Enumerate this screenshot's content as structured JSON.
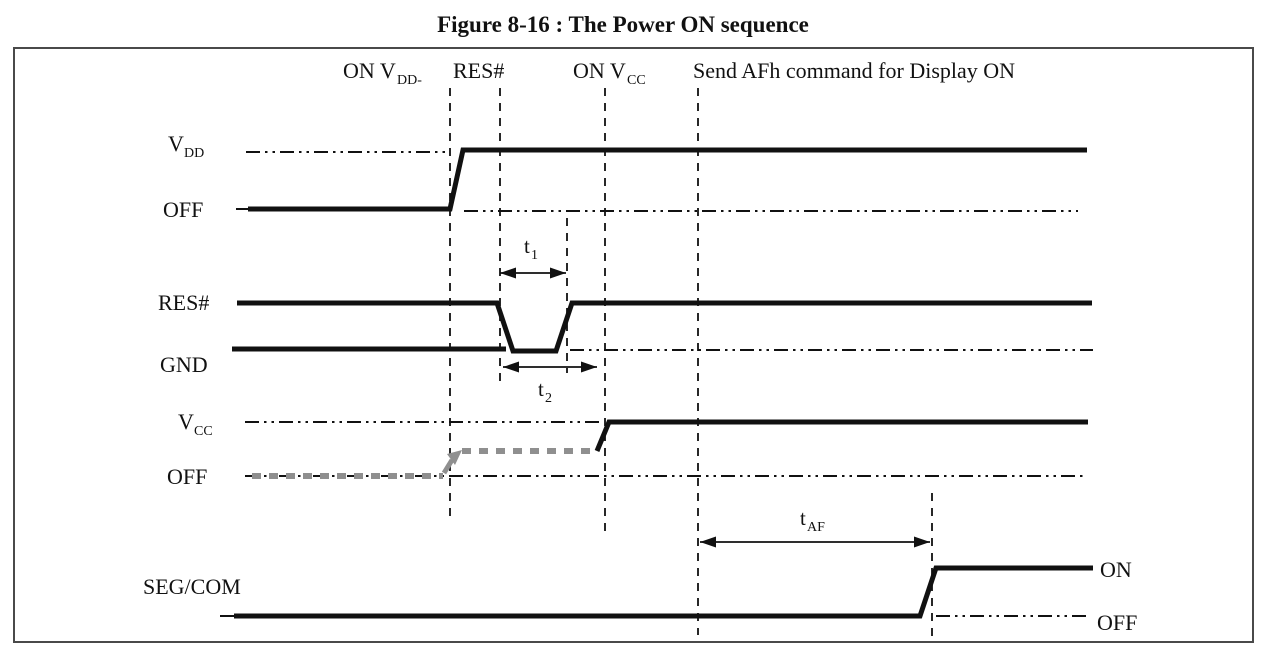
{
  "title": "Figure 8-16 : The Power ON sequence",
  "top_annotations": {
    "on_vdd": {
      "text": "ON V",
      "sub": "DD-"
    },
    "res": "RES#",
    "on_vcc": {
      "text": "ON V",
      "sub": "CC"
    },
    "send_afh": "Send AFh command for Display ON"
  },
  "signal_labels": {
    "vdd": {
      "text": "V",
      "sub": "DD"
    },
    "vdd_off": "OFF",
    "res": "RES#",
    "gnd": "GND",
    "vcc": {
      "text": "V",
      "sub": "CC"
    },
    "vcc_off": "OFF",
    "segcom": "SEG/COM",
    "segcom_on": "ON",
    "segcom_off": "OFF"
  },
  "timing_labels": {
    "t1": {
      "text": "t",
      "sub": "1"
    },
    "t2": {
      "text": "t",
      "sub": "2"
    },
    "taf": {
      "text": "t",
      "sub": "AF"
    }
  },
  "colors": {
    "line": "#111111",
    "gray_dash": "#8f8f8f",
    "border": "#4a4a4a",
    "background": "#ffffff"
  }
}
